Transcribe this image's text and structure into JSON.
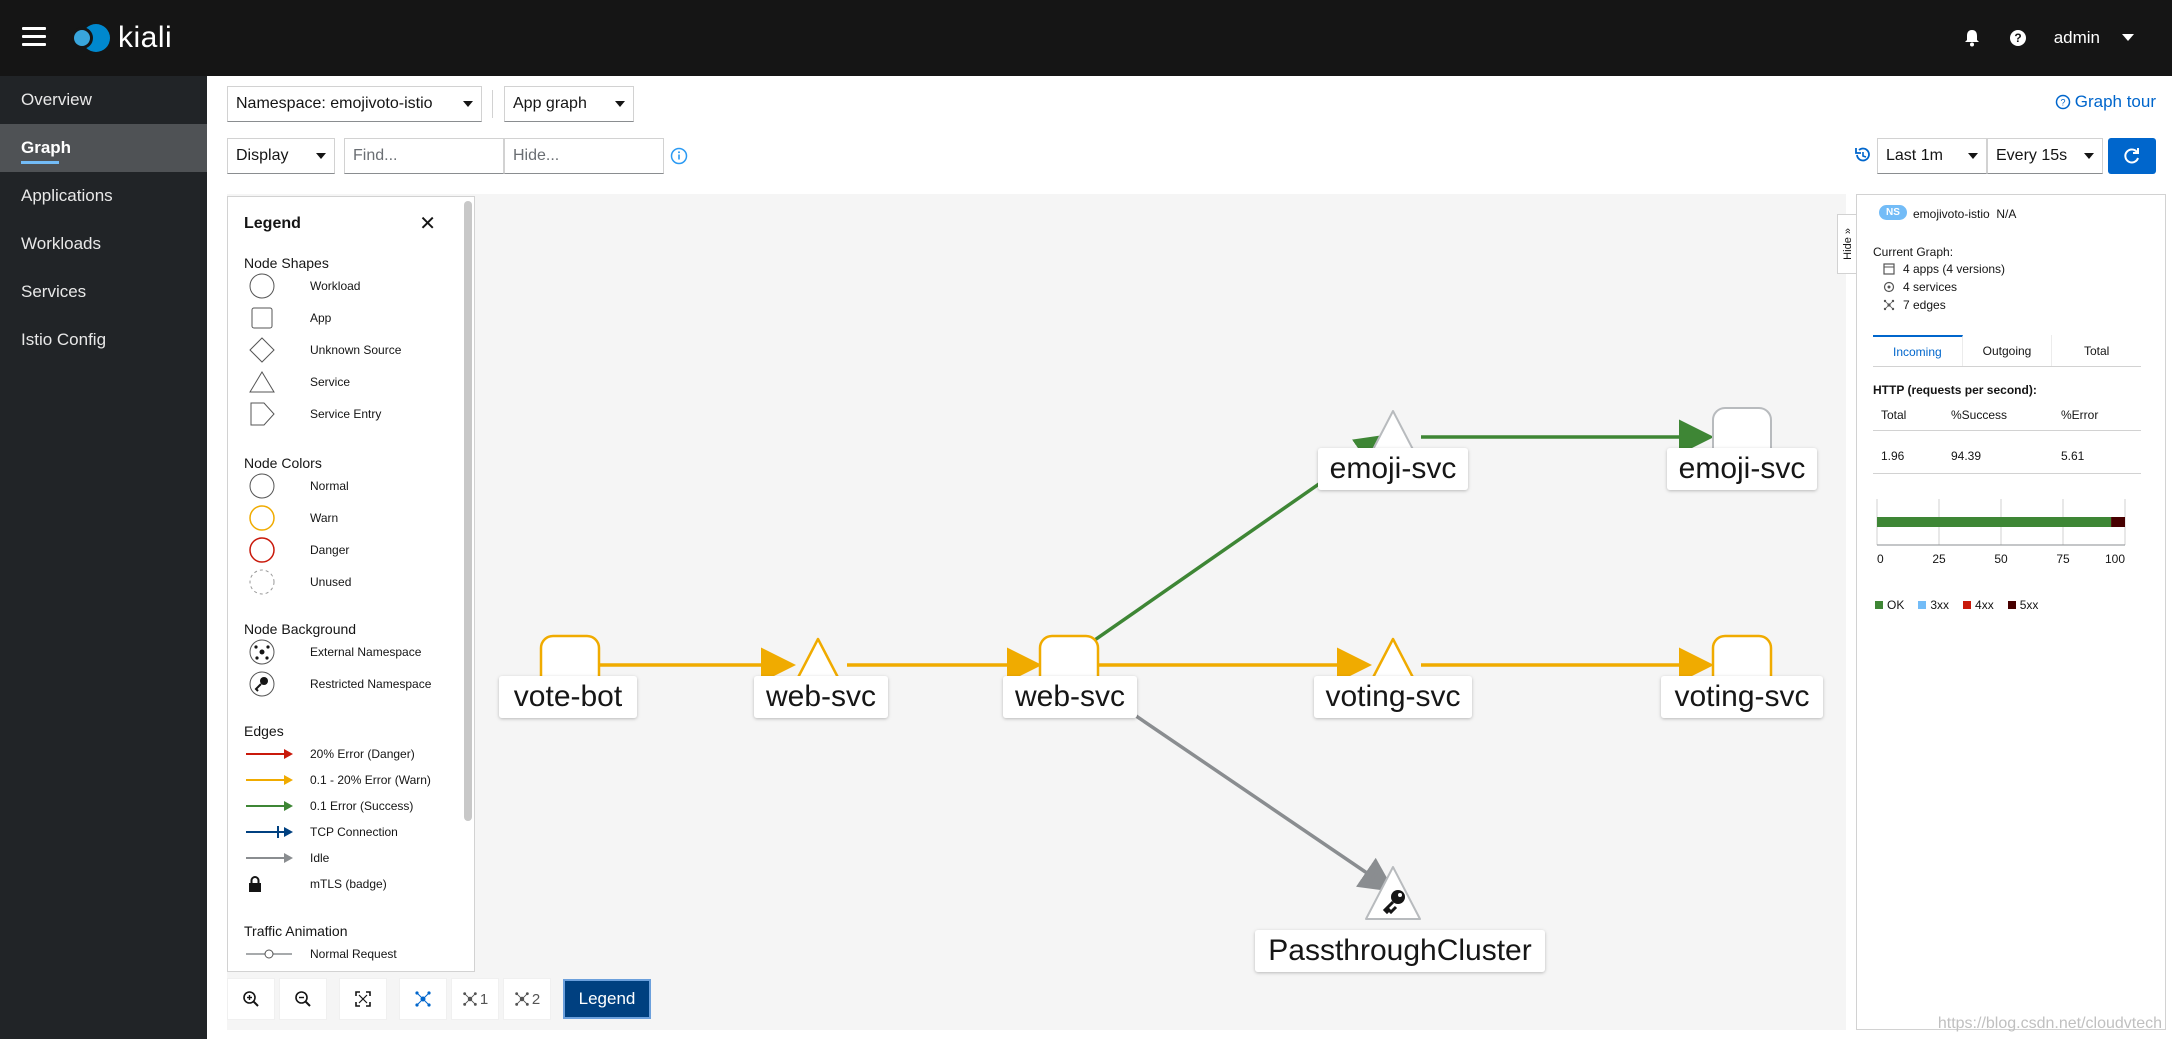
{
  "masthead": {
    "brand": "kiali",
    "user": "admin",
    "icons": {
      "menu": "hamburger-icon",
      "notifications": "bell-icon",
      "help": "help-icon"
    }
  },
  "sidebar": {
    "items": [
      {
        "label": "Overview",
        "active": false
      },
      {
        "label": "Graph",
        "active": true
      },
      {
        "label": "Applications",
        "active": false
      },
      {
        "label": "Workloads",
        "active": false
      },
      {
        "label": "Services",
        "active": false
      },
      {
        "label": "Istio Config",
        "active": false
      }
    ]
  },
  "toolbar": {
    "namespace": "Namespace: emojivoto-istio",
    "graph_type": "App graph",
    "display": "Display",
    "find_placeholder": "Find...",
    "hide_placeholder": "Hide...",
    "graph_tour": "Graph tour",
    "duration": "Last 1m",
    "refresh_interval": "Every 15s"
  },
  "legend": {
    "title": "Legend",
    "node_shapes_title": "Node Shapes",
    "node_shapes": [
      "Workload",
      "App",
      "Unknown Source",
      "Service",
      "Service Entry"
    ],
    "node_colors_title": "Node Colors",
    "node_colors": [
      "Normal",
      "Warn",
      "Danger",
      "Unused"
    ],
    "node_background_title": "Node Background",
    "node_background": [
      "External Namespace",
      "Restricted Namespace"
    ],
    "edges_title": "Edges",
    "edges": [
      "20% Error (Danger)",
      "0.1 - 20% Error (Warn)",
      "0.1 Error (Success)",
      "TCP Connection",
      "Idle",
      "mTLS (badge)"
    ],
    "traffic_title": "Traffic Animation",
    "traffic": [
      "Normal Request"
    ]
  },
  "graph": {
    "nodes": {
      "vote_bot": "vote-bot",
      "web_svc_service": "web-svc",
      "web_svc_app": "web-svc",
      "emoji_svc_service": "emoji-svc",
      "emoji_svc_app": "emoji-svc",
      "voting_svc_service": "voting-svc",
      "voting_svc_app": "voting-svc",
      "passthrough": "PassthroughCluster"
    },
    "colors": {
      "warn": "#f0ab00",
      "success": "#3e8635",
      "idle": "#8a8d90"
    }
  },
  "bottom_toolbar": {
    "zoom_in": "zoom-in-icon",
    "zoom_out": "zoom-out-icon",
    "fit": "fit-icon",
    "layout_default": "layout-icon",
    "layout_1": "1",
    "layout_2": "2",
    "legend_label": "Legend"
  },
  "summary": {
    "hide_label": "Hide",
    "ns_badge": "NS",
    "namespace": "emojivoto-istio",
    "ns_status": "N/A",
    "current_graph_title": "Current Graph:",
    "apps": "4 apps (4 versions)",
    "services": "4 services",
    "edges": "7 edges",
    "tabs": [
      "Incoming",
      "Outgoing",
      "Total"
    ],
    "http_title": "HTTP (requests per second):",
    "table_headers": [
      "Total",
      "%Success",
      "%Error"
    ],
    "table_values": [
      "1.96",
      "94.39",
      "5.61"
    ],
    "chart_ticks": [
      "0",
      "25",
      "50",
      "75",
      "100"
    ],
    "chart_legend": [
      "OK",
      "3xx",
      "4xx",
      "5xx"
    ],
    "chart_colors": {
      "ok": "#3e8635",
      "3xx": "#73bcf7",
      "4xx": "#c9190b",
      "5xx": "#470000"
    }
  },
  "watermark": "https://blog.csdn.net/cloudvtech",
  "chart_data": {
    "type": "bar",
    "categories": [
      "HTTP"
    ],
    "series": [
      {
        "name": "OK",
        "values": [
          94.39
        ]
      },
      {
        "name": "3xx",
        "values": [
          0
        ]
      },
      {
        "name": "4xx",
        "values": [
          0
        ]
      },
      {
        "name": "5xx",
        "values": [
          5.61
        ]
      }
    ],
    "xlim": [
      0,
      100
    ],
    "x_ticks": [
      0,
      25,
      50,
      75,
      100
    ],
    "orientation": "horizontal-stacked",
    "legend_placement": "bottom"
  }
}
